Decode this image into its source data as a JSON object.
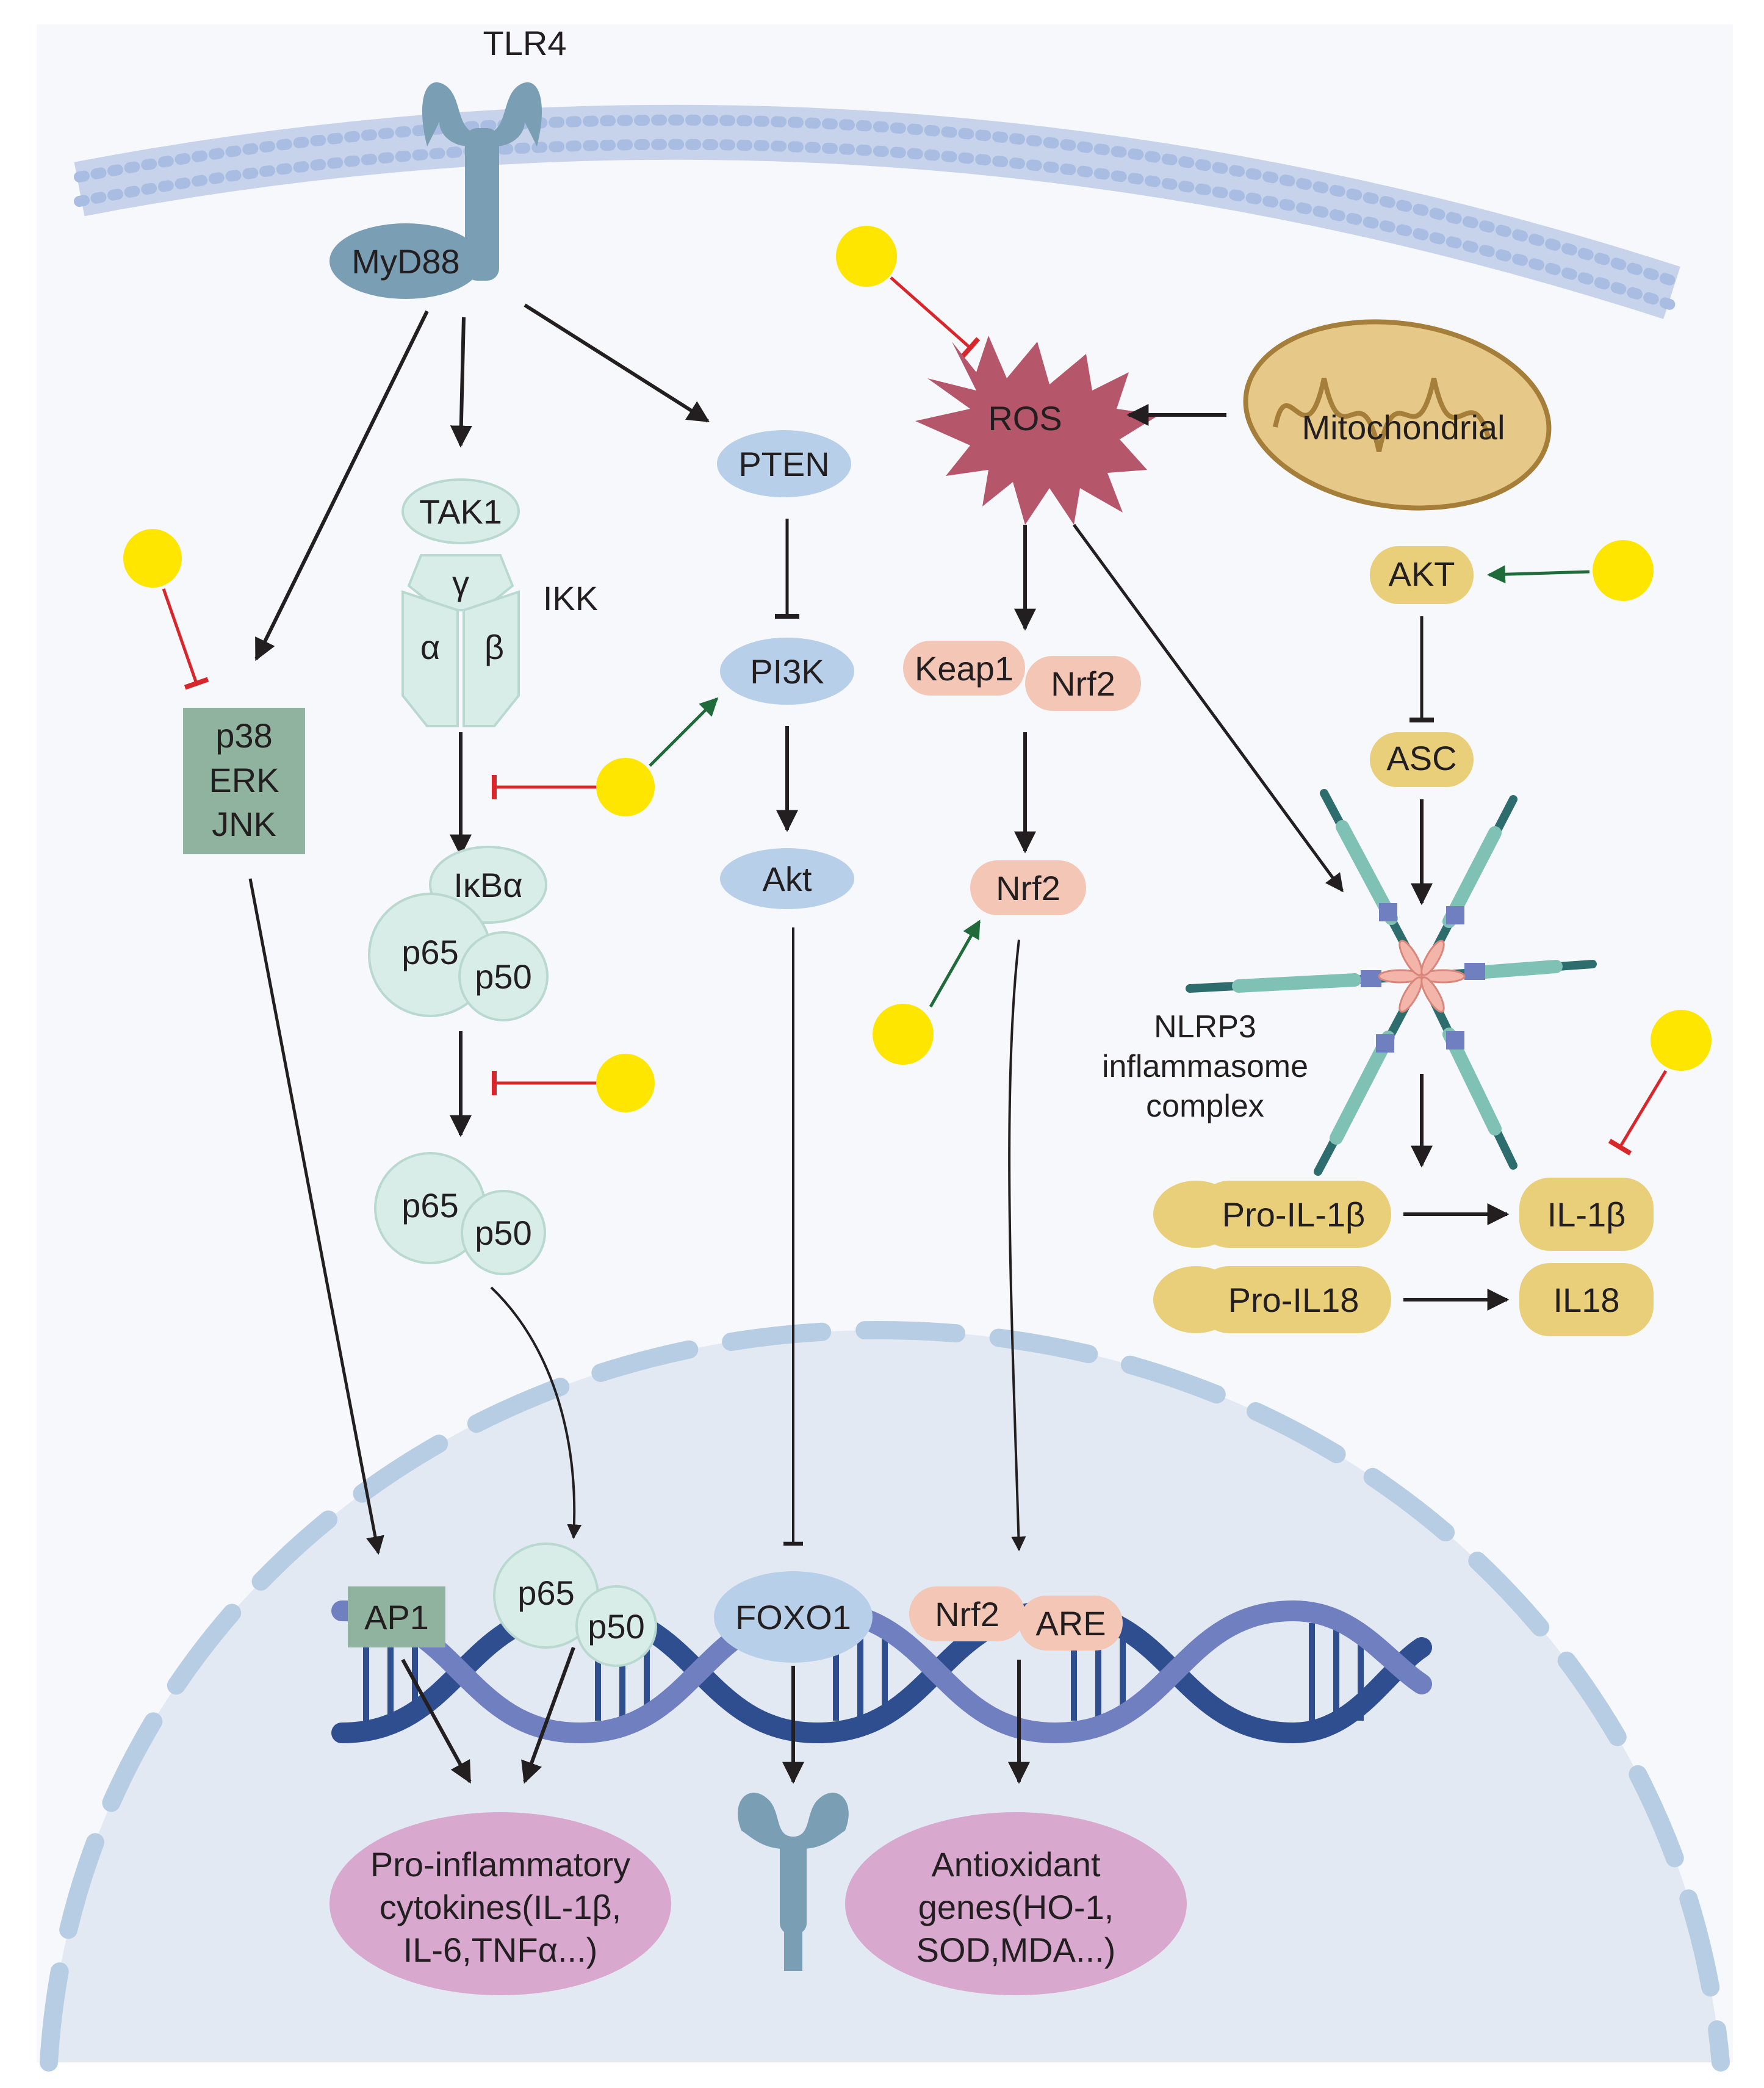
{
  "receptor": {
    "tlr4": "TLR4",
    "myd88": "MyD88"
  },
  "ikk": {
    "tak1": "TAK1",
    "gamma": "γ",
    "alpha": "α",
    "beta": "β",
    "ikk": "IKK"
  },
  "mapk": {
    "p38": "p38",
    "erk": "ERK",
    "jnk": "JNK"
  },
  "nfkb": {
    "ikba": "IκBα",
    "p65": "p65",
    "p50": "p50"
  },
  "pi3k": {
    "pten": "PTEN",
    "pi3k": "PI3K",
    "akt": "Akt"
  },
  "ros": {
    "ros": "ROS",
    "mito": "Mitochondrial"
  },
  "nrf2": {
    "keap1": "Keap1",
    "nrf2": "Nrf2",
    "are": "ARE"
  },
  "inflammasome": {
    "akt": "AKT",
    "asc": "ASC",
    "nlrp3_line1": "NLRP3",
    "nlrp3_line2": "inflammasome",
    "nlrp3_line3": "complex",
    "pro_il1b": "Pro-IL-1β",
    "il1b": "IL-1β",
    "pro_il18": "Pro-IL18",
    "il18": "IL18"
  },
  "nucleus": {
    "ap1": "AP1",
    "foxo1": "FOXO1",
    "cyto_line1": "Pro-inflammatory",
    "cyto_line2": "cytokines(IL-1β,",
    "cyto_line3": "IL-6,TNFα...)",
    "antiox_line1": "Antioxidant",
    "antiox_line2": "genes(HO-1,",
    "antiox_line3": "SOD,MDA...)"
  },
  "colors": {
    "receptor": "#7a9fb5",
    "ikk": "#d9ede8",
    "mapk": "#8fb39f",
    "pi3k": "#b7cfe8",
    "ros": "#b5566a",
    "mito": "#e6c888",
    "nrf2": "#f3c6b6",
    "inflammasome": "#e9cf7a",
    "nucleus": "#e2e9f3",
    "output": "#d8a8cf",
    "compound": "#ffe600",
    "inhibit": "#d9262b",
    "activate": "#1f6b3a",
    "arrow": "#231f20"
  }
}
